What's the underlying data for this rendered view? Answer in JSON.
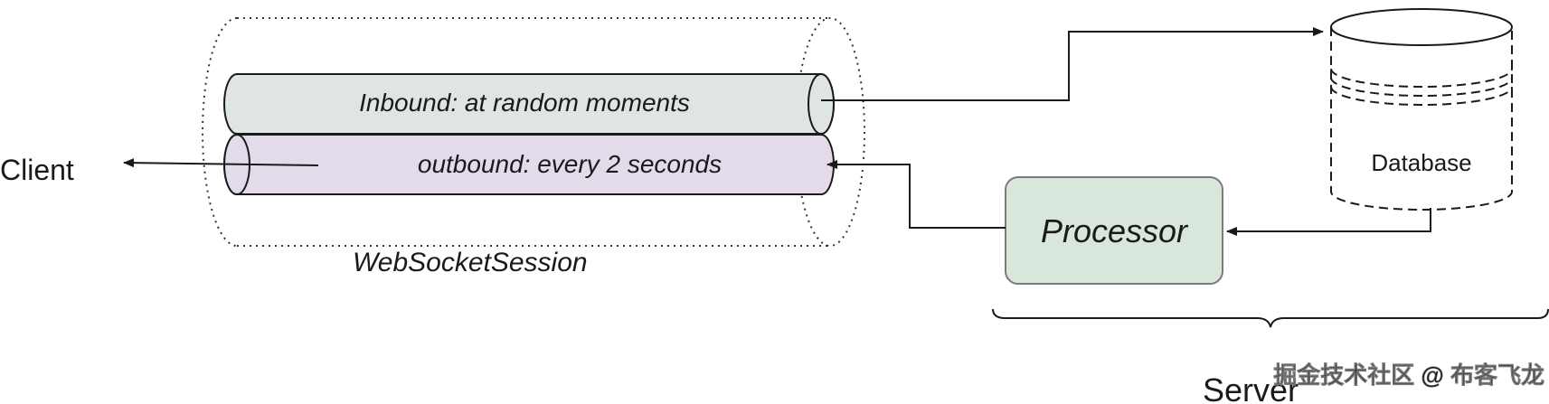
{
  "labels": {
    "client": "Client",
    "inbound": "Inbound: at random moments",
    "outbound": "outbound: every 2 seconds",
    "session": "WebSocketSession",
    "database": "Database",
    "processor": "Processor",
    "server": "Server",
    "watermark": "掘金技术社区 @ 布客飞龙"
  },
  "colors": {
    "inbound_pipe": "#dfe5e0",
    "outbound_pipe": "#e3dbea",
    "processor_box": "#d8e6dc",
    "stroke": "#1a1a1a",
    "watermark": "#ffffff"
  }
}
